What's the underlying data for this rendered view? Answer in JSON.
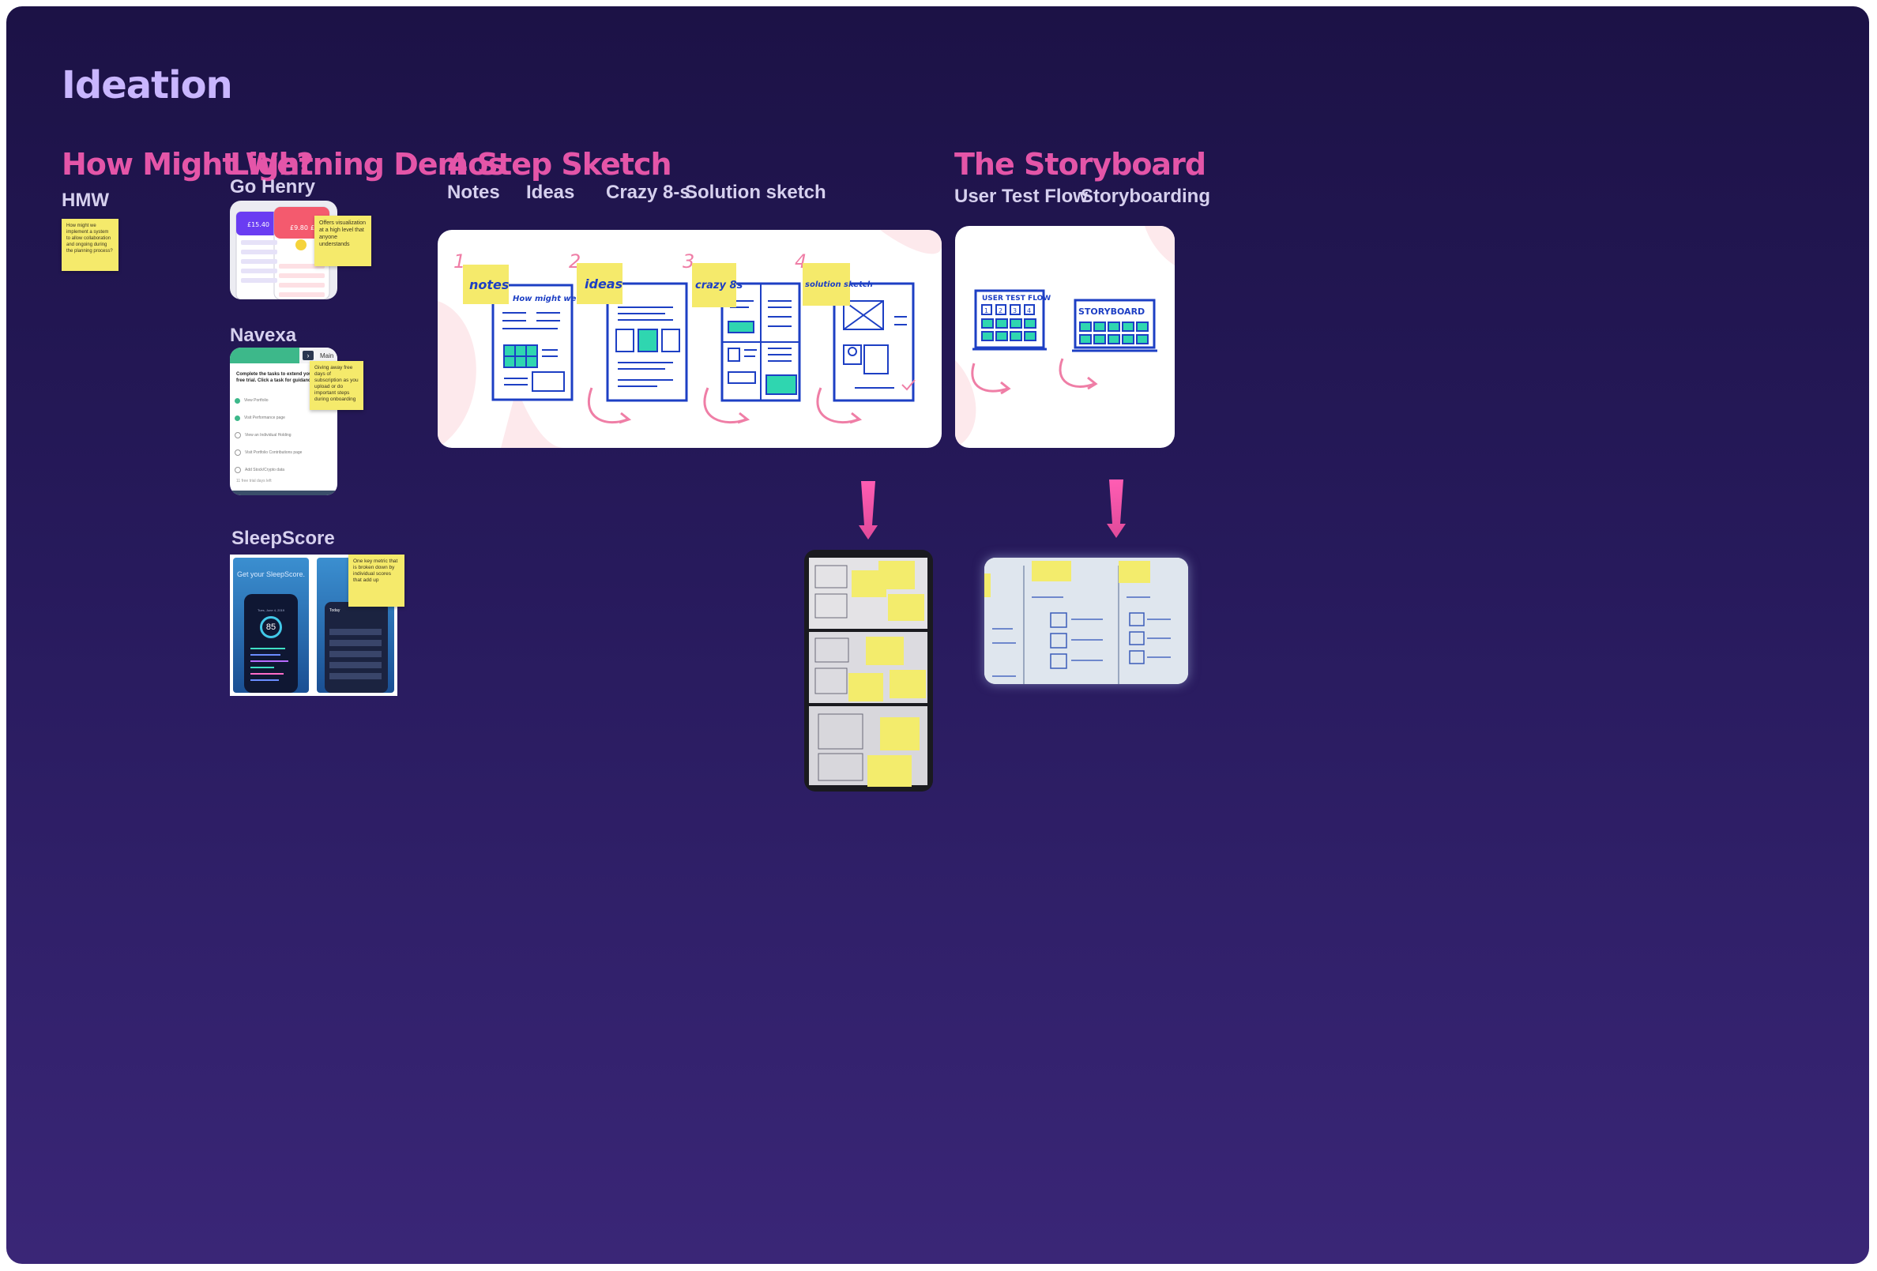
{
  "page": {
    "title": "Ideation"
  },
  "sections": {
    "hmw": {
      "title": "How Might We?",
      "sub": "HMW",
      "sticky": "How might we implement a system to allow collaboration and ongoing during the planning process?"
    },
    "lightning": {
      "title": "Lightning Demos",
      "items": [
        {
          "label": "Go Henry",
          "note": "Offers visualization at a high level that anyone understands"
        },
        {
          "label": "Navexa",
          "note": "Giving away free days of subscription as you upload or do important steps during onboarding"
        },
        {
          "label": "SleepScore",
          "note": "One key metric that is broken down by individual scores that add up"
        }
      ]
    },
    "four_step": {
      "title": "4 Step Sketch",
      "subs": [
        "Notes",
        "Ideas",
        "Crazy 8-s",
        "Solution sketch"
      ],
      "steps": [
        {
          "num": "1.",
          "tag": "notes"
        },
        {
          "num": "2.",
          "tag": "ideas"
        },
        {
          "num": "3.",
          "tag": "crazy 8s"
        },
        {
          "num": "4.",
          "tag": "solution sketch"
        }
      ],
      "page_text": "How might we?"
    },
    "storyboard": {
      "title": "The Storyboard",
      "subs": [
        "User Test Flow",
        "Storyboarding"
      ],
      "boards": [
        "USER TEST FLOW",
        "STORYBOARD"
      ],
      "board_nums": [
        "1",
        "2",
        "3",
        "4"
      ]
    }
  },
  "gohenry_ui": {
    "balance": "£15.40",
    "balance2": "£9.80",
    "balance3": "£5."
  },
  "navexa_ui": {
    "header": "Main",
    "intro": "Complete the tasks to extend your free trial. Click a task for guidance.",
    "tasks": [
      "View Portfolio",
      "Visit Performance page",
      "View an Individual Holding",
      "Visit Portfolio Contributions page",
      "Add Stock/Crypto data"
    ],
    "footer": "11 free trial days left"
  },
  "sleepscore_ui": {
    "hero": "Get your SleepScore.",
    "score": "85",
    "date": "Tues, June 4, 2019",
    "today": "Today"
  },
  "colors": {
    "accent": "#e455a8",
    "title": "#c9b6ff",
    "sticky": "#f5ea6b",
    "sketch_blue": "#1d3fc4",
    "sketch_teal": "#2fd6b0",
    "arrow": "#ef7ea6"
  }
}
